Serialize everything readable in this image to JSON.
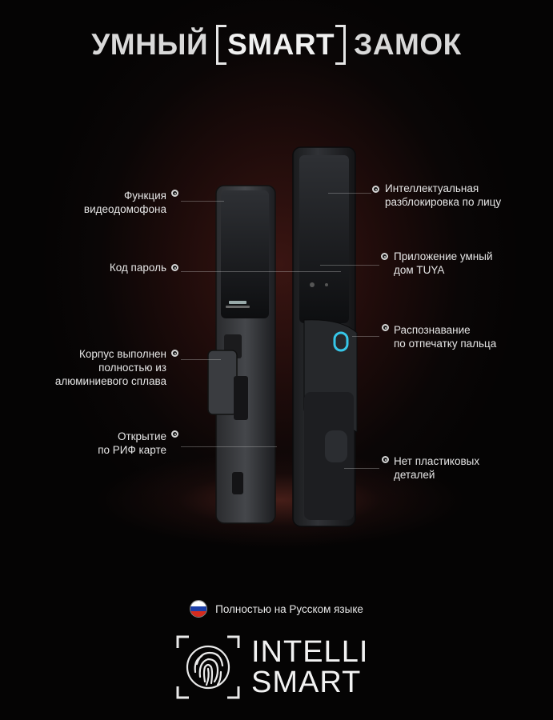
{
  "title": {
    "word_left": "УМНЫЙ",
    "word_boxed": "SMART",
    "word_right": "ЗАМОК"
  },
  "features_left": [
    {
      "line1": "Функция",
      "line2": "видеодомофона"
    },
    {
      "line1": "Код пароль",
      "line2": ""
    },
    {
      "line1": "Корпус выполнен",
      "line2": "полностью из",
      "line3": "алюминиевого сплава"
    },
    {
      "line1": "Открытие",
      "line2": "по РИФ карте"
    }
  ],
  "features_right": [
    {
      "line1": "Интеллектуальная",
      "line2": "разблокировка по лицу"
    },
    {
      "line1": "Приложение умный",
      "line2": "дом TUYA"
    },
    {
      "line1": "Распознавание",
      "line2": "по отпечатку пальца"
    },
    {
      "line1": "Нет пластиковых",
      "line2": "деталей"
    }
  ],
  "language": {
    "text": "Полностью на Русском языке",
    "flag_colors": [
      "#ffffff",
      "#1c3fa8",
      "#d52b1e"
    ]
  },
  "brand": {
    "line1": "INTELLI",
    "line2": "SMART",
    "icon": "fingerprint-icon"
  },
  "colors": {
    "accent_fingerprint": "#36c6e8"
  }
}
